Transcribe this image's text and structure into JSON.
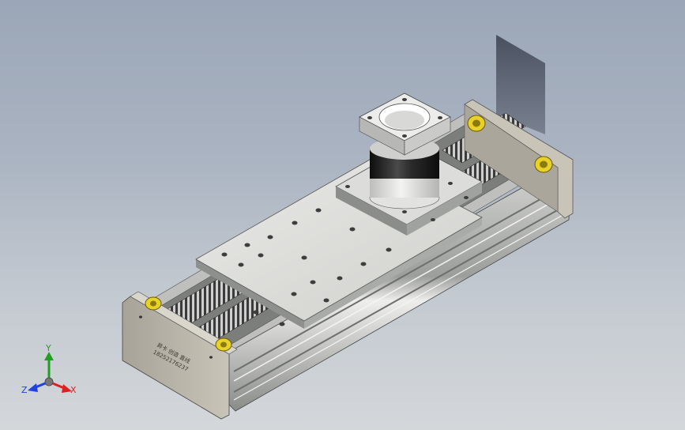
{
  "window": {
    "title": ""
  },
  "model": {
    "name": "linear-module-ball-screw-stage",
    "end_plate_text": {
      "line1": "昇卡 创造 直线",
      "line2": "18252176237"
    }
  },
  "view_triad": {
    "x_label": "X",
    "y_label": "Y",
    "z_label": "Z",
    "x_color": "#e02020",
    "y_color": "#20a020",
    "z_color": "#2040e0"
  },
  "colors": {
    "background_top": "#9ba6b7",
    "background_bottom": "#d4d7da",
    "housing_light": "#d8d8d6",
    "housing_mid": "#a8aaa8",
    "housing_dark": "#6e706e",
    "end_plate": "#b7b3a7",
    "bellows_dark": "#2a2a2a",
    "motor_band": "#1a1a1a",
    "bearing_yellow": "#e8d22a",
    "shadow": "#4b5260"
  }
}
